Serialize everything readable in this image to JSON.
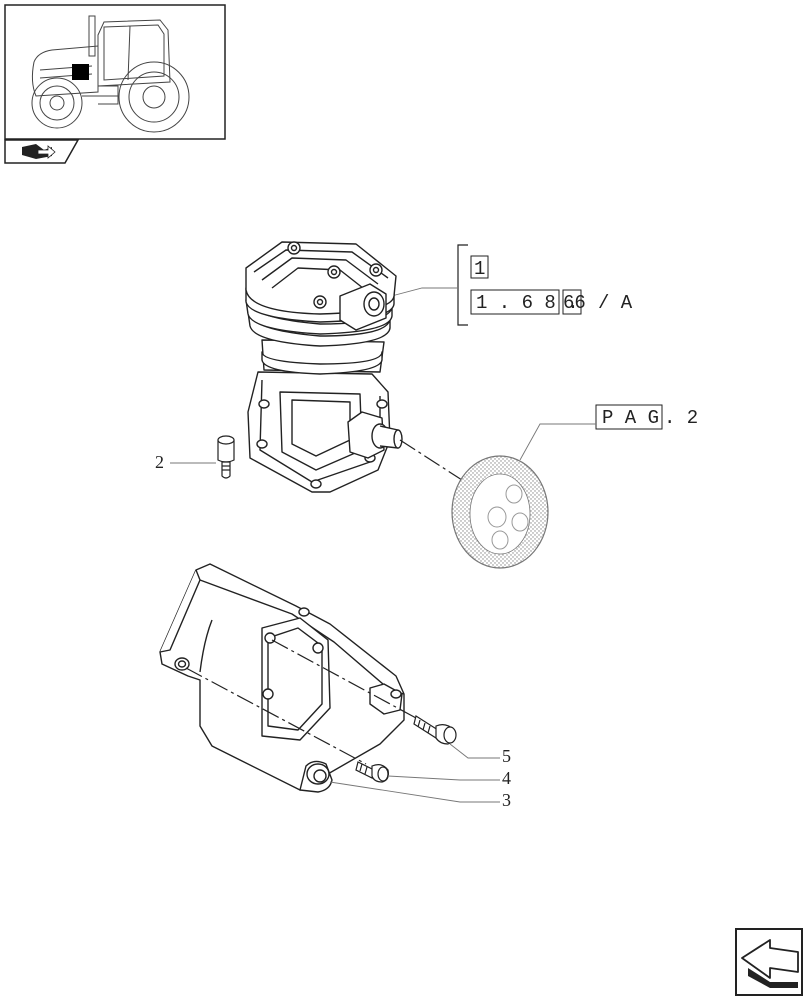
{
  "reference_block": {
    "sheet_number": "1",
    "section_code_main": "1 . 6 8 .",
    "section_code_sub": "66",
    "section_code_suffix": "/ A"
  },
  "page_reference": {
    "prefix": "P A G",
    "suffix": ". 2"
  },
  "callouts": {
    "item_2": "2",
    "item_3": "3",
    "item_4": "4",
    "item_5": "5"
  },
  "icons": {
    "thumbnail": "tractor-thumbnail-icon",
    "section_tab": "book-arrow-icon",
    "navigation": "next-page-arrow-icon"
  },
  "colors": {
    "line": "#222222",
    "background": "#ffffff",
    "marker": "#000000"
  }
}
